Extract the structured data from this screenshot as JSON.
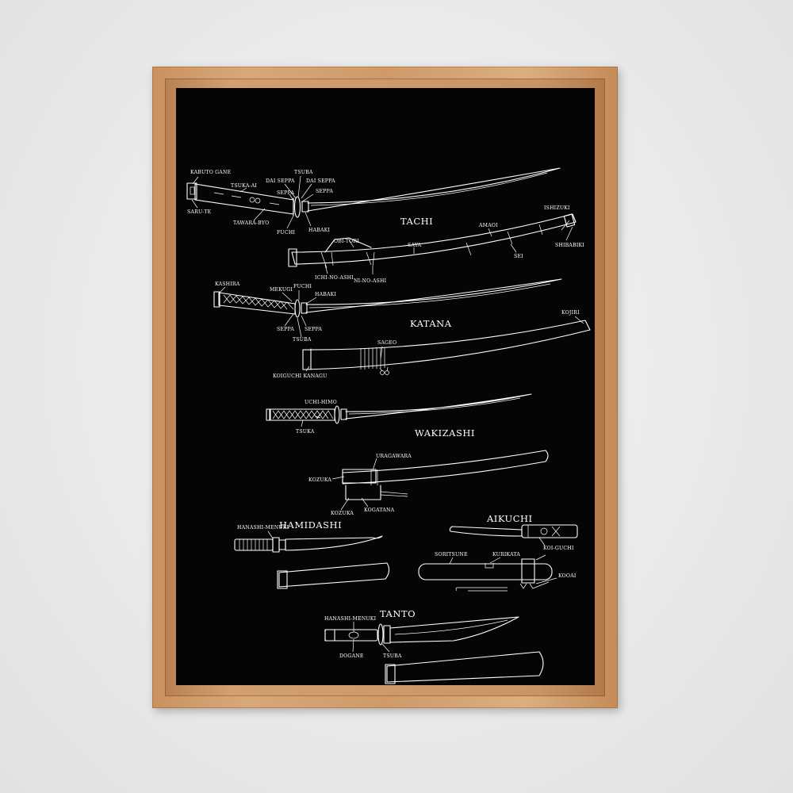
{
  "labels": {
    "tachi": {
      "title": "TACHI",
      "kabuto_gane": "KABUTO GANE",
      "tsuka_ai": "TSUKA-AI",
      "dai_seppa_1": "DAI SEPPA",
      "tsuba": "TSUBA",
      "dai_seppa_2": "DAI SEPPA",
      "seppa_1": "SEPPA",
      "seppa_2": "SEPPA",
      "saru_te": "SARU-TE",
      "tawara_byo": "TAWARA-BYO",
      "fuchi": "FUCHI",
      "habaki": "HABAKI",
      "ishizuki": "ISHIZUKI",
      "amaoi": "AMAOI",
      "shibabiki": "SHIBABIKI",
      "sei": "SEI",
      "obi_tori": "OBI-TORI",
      "saya": "SAYA",
      "ichi_no_ashi": "ICHI-NO-ASHI",
      "ni_no_ashi": "NI-NO-ASHI"
    },
    "katana": {
      "title": "KATANA",
      "kashira": "KASHIRA",
      "mekugi": "MEKUGI",
      "fuchi": "FUCHI",
      "habaki": "HABAKI",
      "seppa_1": "SEPPA",
      "seppa_2": "SEPPA",
      "tsuba": "TSUBA",
      "kojiri": "KOJIRI",
      "sageo": "SAGEO",
      "koiguchi_kanagu": "KOIGUCHI KANAGU"
    },
    "wakizashi": {
      "title": "WAKIZASHI",
      "uchi_himo": "UCHI-HIMO",
      "tsuka": "TSUKA",
      "uragawara": "URAGAWARA",
      "kozuka_1": "KOZUKA",
      "kozuka_2": "KOZUKA",
      "kogatana": "KOGATANA"
    },
    "hamidashi": {
      "title": "HAMIDASHI",
      "hanashi_menuki": "HANASHI-MENUKI"
    },
    "aikuchi": {
      "title": "AIKUCHI",
      "koi_guchi": "KOI-GUCHI",
      "soritsune": "SORITSUNE",
      "kurikata": "KURIKATA",
      "kooai": "KOOAI"
    },
    "tanto": {
      "title": "TANTO",
      "hanashi_menuki": "HANASHI-MENUKI",
      "dogane": "DOGANE",
      "tsuba": "TSUBA"
    }
  }
}
